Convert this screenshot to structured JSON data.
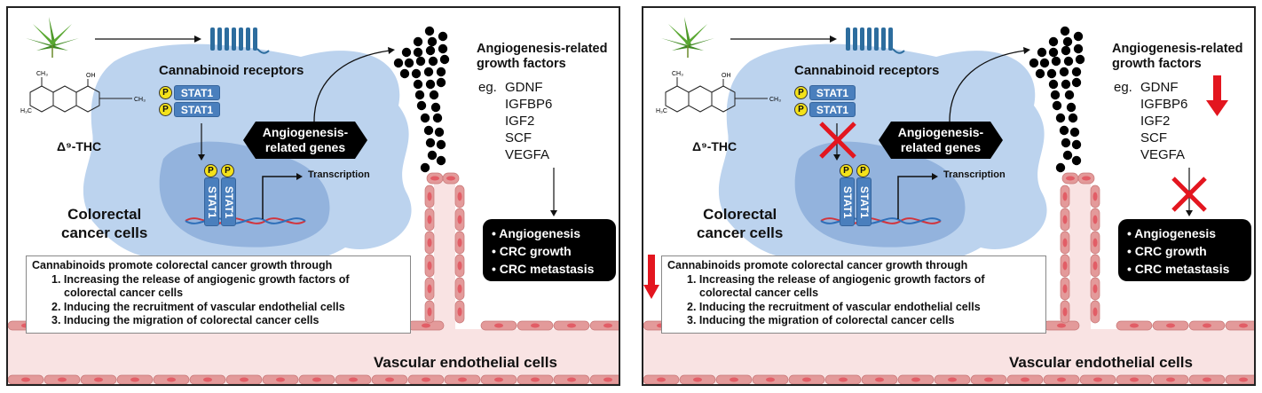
{
  "figure": {
    "panels": [
      {
        "id": "left",
        "state": "THC promotes",
        "receptor_label": "Cannabinoid receptors",
        "compound_label": "Δ⁹-THC",
        "stat_labels": [
          "STAT1",
          "STAT1"
        ],
        "phospho_label": "P",
        "nuclear_stat_labels": [
          "STAT1",
          "STAT1"
        ],
        "transcription_label": "Transcription",
        "genes_label_line1": "Angiogenesis-",
        "genes_label_line2": "related genes",
        "cell_label_line1": "Colorectal",
        "cell_label_line2": "cancer cells",
        "growth_factor_title_line1": "Angiogenesis-related",
        "growth_factor_title_line2": "growth factors",
        "growth_factor_prefix": "eg.",
        "growth_factors": [
          "GDNF",
          "IGFBP6",
          "IGF2",
          "SCF",
          "VEGFA"
        ],
        "outcomes": [
          "• Angiogenesis",
          "• CRC growth",
          "• CRC metastasis"
        ],
        "summary_head": "Cannabinoids promote colorectal cancer growth through",
        "summary_items": [
          "1. Increasing the release of angiogenic growth factors of",
          "colorectal cancer cells",
          "2. Inducing the recruitment of vascular endothelial cells",
          "3. Inducing the migration of colorectal cancer cells"
        ],
        "vessel_label": "Vascular endothelial cells",
        "inhibition_marks": false
      },
      {
        "id": "right",
        "state": "Inhibited",
        "receptor_label": "Cannabinoid receptors",
        "compound_label": "Δ⁹-THC",
        "stat_labels": [
          "STAT1",
          "STAT1"
        ],
        "phospho_label": "P",
        "nuclear_stat_labels": [
          "STAT1",
          "STAT1"
        ],
        "transcription_label": "Transcription",
        "genes_label_line1": "Angiogenesis-",
        "genes_label_line2": "related genes",
        "cell_label_line1": "Colorectal",
        "cell_label_line2": "cancer cells",
        "growth_factor_title_line1": "Angiogenesis-related",
        "growth_factor_title_line2": "growth factors",
        "growth_factor_prefix": "eg.",
        "growth_factors": [
          "GDNF",
          "IGFBP6",
          "IGF2",
          "SCF",
          "VEGFA"
        ],
        "outcomes": [
          "• Angiogenesis",
          "• CRC growth",
          "• CRC metastasis"
        ],
        "summary_head": "Cannabinoids promote colorectal cancer growth through",
        "summary_items": [
          "1. Increasing the release of angiogenic growth factors of",
          "colorectal cancer cells",
          "2. Inducing the recruitment of vascular endothelial cells",
          "3. Inducing the migration of colorectal cancer cells"
        ],
        "vessel_label": "Vascular endothelial cells",
        "inhibition_marks": true
      }
    ],
    "colors": {
      "cell_body": "#bcd3ee",
      "nucleus": "#93b3dd",
      "stat": "#4a7fbd",
      "phospho": "#f4e21a",
      "vessel_wall": "#e39a9a",
      "vessel_lumen": "#f9e3e3",
      "inhibit_red": "#e3161f",
      "receptor": "#2d6d9e",
      "leaf_green": "#4f9a2a"
    }
  }
}
